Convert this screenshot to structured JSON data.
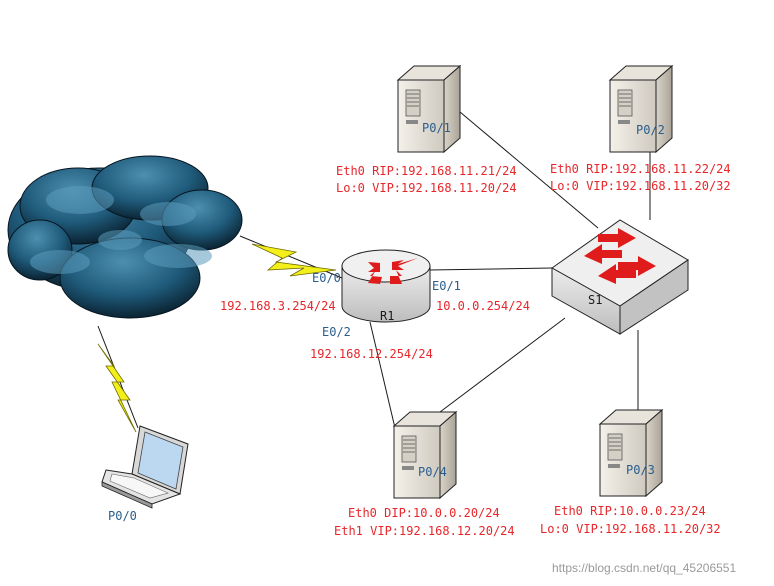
{
  "colors": {
    "link": "#1a1a1a",
    "lightning": "#f2ef1a",
    "address_text": "#e8262a",
    "port_text": "#2a5e8c",
    "cloud_dark": "#0c2a3d",
    "cloud_light": "#3e7fa0"
  },
  "devices": {
    "router": {
      "name": "R1",
      "icon": "router-icon"
    },
    "switch": {
      "name": "S1",
      "icon": "switch-icon"
    },
    "laptop": {
      "port": "P0/0",
      "icon": "laptop-icon"
    },
    "cloud": {
      "icon": "cloud-icon"
    },
    "server1": {
      "port": "P0/1",
      "line1": "Eth0 RIP:192.168.11.21/24",
      "line2": "Lo:0 VIP:192.168.11.20/24"
    },
    "server2": {
      "port": "P0/2",
      "line1": "Eth0 RIP:192.168.11.22/24",
      "line2": "Lo:0 VIP:192.168.11.20/32"
    },
    "server3": {
      "port": "P0/3",
      "line1": "Eth0 RIP:10.0.0.23/24",
      "line2": "Lo:0 VIP:192.168.11.20/32"
    },
    "server4": {
      "port": "P0/4",
      "line1": "Eth0 DIP:10.0.0.20/24",
      "line2": "Eth1 VIP:192.168.12.20/24"
    }
  },
  "router_interfaces": {
    "e00": {
      "name": "E0/0",
      "ip": "192.168.3.254/24"
    },
    "e01": {
      "name": "E0/1",
      "ip": "10.0.0.254/24"
    },
    "e02": {
      "name": "E0/2",
      "ip": "192.168.12.254/24"
    }
  },
  "watermark": "https://blog.csdn.net/qq_45206551"
}
